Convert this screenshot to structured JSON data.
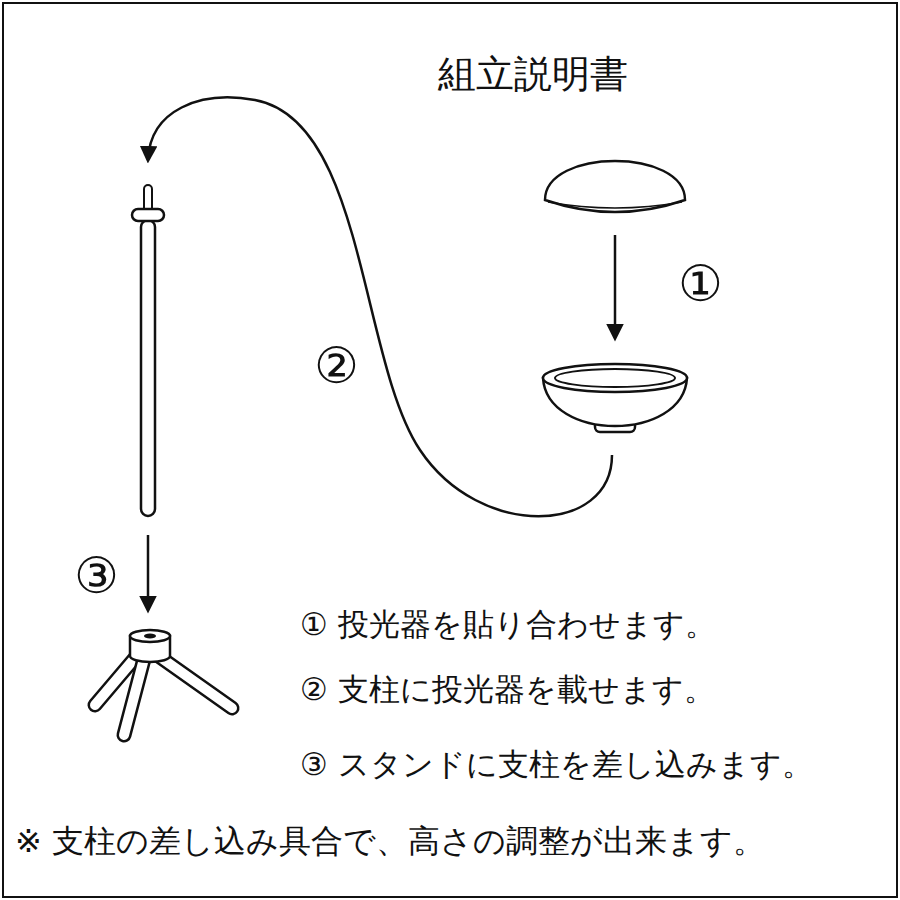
{
  "diagram": {
    "title": "組立説明書",
    "labels": [
      "①",
      "②",
      "③",
      "① 投光器を貼り合わせます。",
      "② 支柱に投光器を載せます。",
      "③ スタンドに支柱を差し込みます。",
      "※ 支柱の差し込み具合で、高さの調整が出来ます。"
    ]
  }
}
